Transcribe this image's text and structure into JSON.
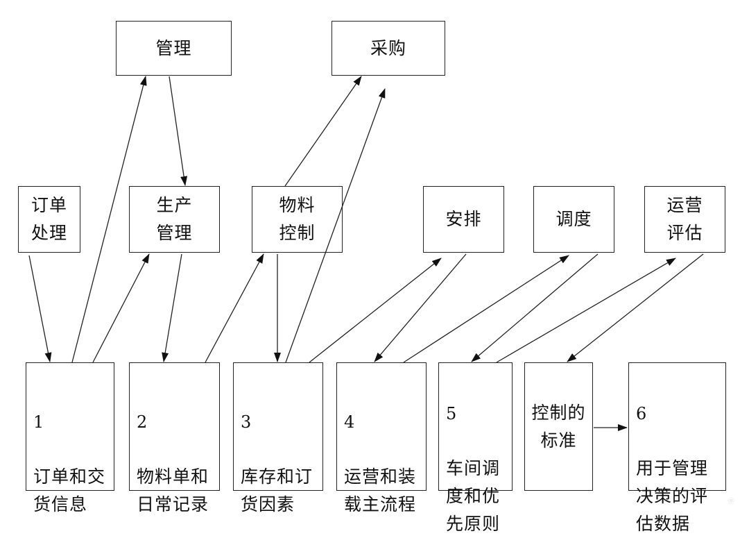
{
  "top": {
    "management": "管理",
    "procurement": "采购"
  },
  "middle": {
    "order_processing": "订单\n处理",
    "production_management": "生产\n管理",
    "material_control": "物料\n控制",
    "arrangement": "安排",
    "dispatch": "调度",
    "operations_evaluation": "运营\n评估"
  },
  "bottom": [
    {
      "number": "1",
      "text": "订单和交\n货信息"
    },
    {
      "number": "2",
      "text": "物料单和\n日常记录"
    },
    {
      "number": "3",
      "text": "库存和订\n货因素"
    },
    {
      "number": "4",
      "text": "运营和装\n载主流程"
    },
    {
      "number": "5",
      "text": "车间调\n度和优\n先原则"
    },
    {
      "number": "",
      "text": "控制的\n标准"
    },
    {
      "number": "6",
      "text": "用于管理\n决策的评\n估数据"
    }
  ]
}
